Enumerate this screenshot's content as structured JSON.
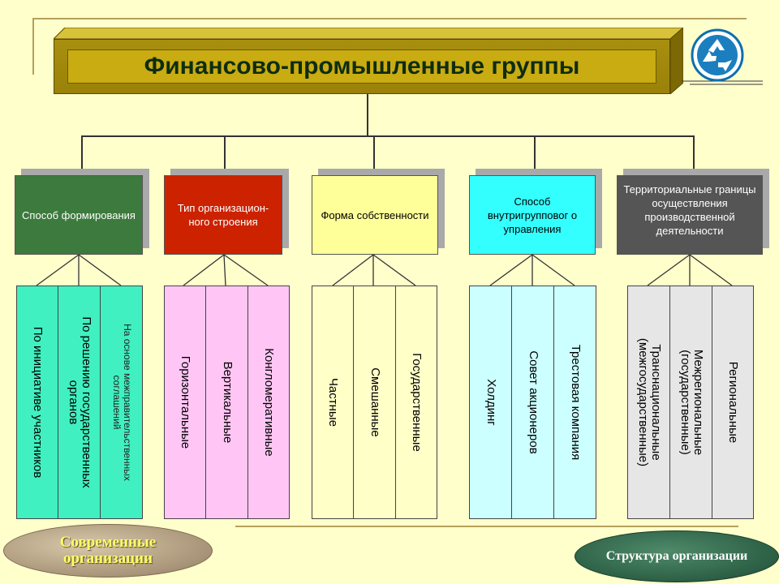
{
  "title": "Финансово-промышленные группы",
  "colors": {
    "background": "#ffffcc",
    "title_box": "#c9ab12",
    "title_text": "#0e2d10"
  },
  "icon": "recycle-icon",
  "groups": [
    {
      "header": "Способ формирования",
      "header_bg": "#3d7a3d",
      "header_color": "#ffffff",
      "col_bg": "#40f0c0",
      "items": [
        "По инициативе участников",
        "По решению государственных органов",
        "На основе межправительственных соглашений"
      ]
    },
    {
      "header": "Тип организацион-ного строения",
      "header_bg": "#cc2200",
      "header_color": "#ffffff",
      "col_bg": "#ffc6f5",
      "items": [
        "Горизонтальные",
        "Вертикальные",
        "Конгломеративные"
      ]
    },
    {
      "header": "Форма собственности",
      "header_bg": "#ffff99",
      "header_color": "#000000",
      "col_bg": "#ffffc8",
      "items": [
        "Частные",
        "Смешанные",
        "Государственные"
      ]
    },
    {
      "header": "Способ внутригрупповог о управления",
      "header_bg": "#33ffff",
      "header_color": "#000000",
      "col_bg": "#ccffff",
      "items": [
        "Холдинг",
        "Совет акционеров",
        "Трестовая компания"
      ]
    },
    {
      "header": "Территориальные границы осуществления производственной деятельности",
      "header_bg": "#555555",
      "header_color": "#ffffff",
      "col_bg": "#e6e6e6",
      "items": [
        "Транснациональные (межгосударственные)",
        "Межрегиональные (государственные)",
        "Региональные"
      ]
    }
  ],
  "buttons": {
    "left": "Современные организации",
    "right": "Структура организации"
  }
}
